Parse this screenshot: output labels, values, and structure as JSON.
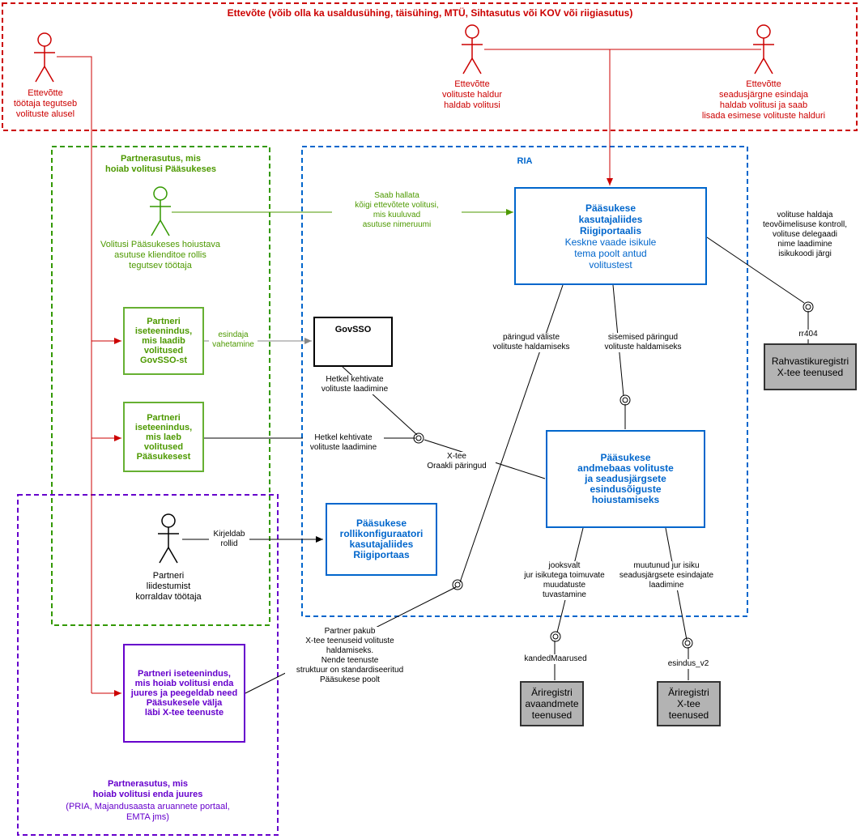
{
  "groups": {
    "company": "Ettevõte (võib olla ka usaldusühing, täisühing, MTÜ, Sihtasutus või KOV või riigiasutus)",
    "partner_paasuke": "Partnerasutus, mis\nhoiab volitusi Pääsukeses",
    "ria": "RIA",
    "partner_own_title": "Partnerasutus, mis\nhoiab volitusi enda juures",
    "partner_own_sub": "(PRIA, Majandusaasta aruannete portaal,\nEMTA jms)"
  },
  "actors": {
    "employee": "Ettevõtte\ntöötaja tegutseb\nvolituste alusel",
    "manager": "Ettevõtte\nvolituste haldur\nhaldab volitusi",
    "legal_rep": "Ettevõtte\nseadusjärgne esindaja\nhaldab volitusi ja saab\nlisada esimese volituste halduri",
    "clerk": "Volitusi Pääsukeses hoiustava\nasutuse klienditoe rollis\ntegutsev töötaja",
    "integrator": "Partneri\nliidestumist\nkorraldav töötaja"
  },
  "boxes": {
    "portal_title": "Pääsukese\nkasutajaliides\nRiigiportaalis",
    "portal_sub": "Keskne vaade isikule\ntema poolt antud\nvolitustest",
    "govsso": "GovSSO",
    "partner_govsso": "Partneri\niseteenindus,\nmis laadib\nvolitused\nGovSSO-st",
    "partner_paasuke": "Partneri\niseteenindus,\nmis laeb\nvolitused\nPääsukesest",
    "database": "Pääsukese\nandmebaas volituste\nja seadusjärgsete\nesindusõiguste\nhoiustamiseks",
    "role_config": "Pääsukese\nrollikonfiguraatori\nkasutajaliides\nRiigiportaas",
    "partner_own": "Partneri iseteenindus,\nmis hoiab volitusi enda\njuures ja peegeldab need\nPääsukesele välja\nläbi X-tee teenuste",
    "rahvastik": "Rahvastikuregistri\nX-tee teenused",
    "ariregister_open": "Äriregistri\navaandmete\nteenused",
    "ariregister_xtee": "Äriregistri\nX-tee\nteenused"
  },
  "labels": {
    "manage_all": "Saab hallata\nkõigi ettevõtete volitusi,\nmis kuuluvad\nasutuse nimeruumi",
    "representative_change": "esindaja\nvahetamine",
    "current_load_1": "Hetkel kehtivate\nvolituste laadimine",
    "current_load_2": "Hetkel kehtivate\nvolituste laadimine",
    "xtee_oracle": "X-tee\nOraakli päringud",
    "describe_roles": "Kirjeldab\nrollid",
    "external_queries": "päringud väliste\nvolituste haldamiseks",
    "internal_queries": "sisemised päringud\nvolituste haldamiseks",
    "control": "volituse haldaja\nteovõimelisuse kontroll,\nvolituse delegaadi\nnime laadimine\nisikukoodi järgi",
    "rr404": "rr404",
    "continuous": "jooksvalt\njur isikutega toimuvate\nmuudatuste\ntuvastamine",
    "changed_rep": "muutunud jur isiku\nseadusjärgsete esindajate\nlaadimine",
    "kanded": "kandedMaarused",
    "esindus": "esindus_v2",
    "partner_provides": "Partner pakub\nX-tee teenuseid volituste\nhaldamiseks.\nNende teenuste\nstruktuur on standardiseeritud\nPääsukese poolt"
  },
  "colors": {
    "red": "#cc0000",
    "green": "#4d9900",
    "blue": "#0066cc",
    "purple": "#6600cc",
    "gray_box": "#b3b3b3"
  }
}
